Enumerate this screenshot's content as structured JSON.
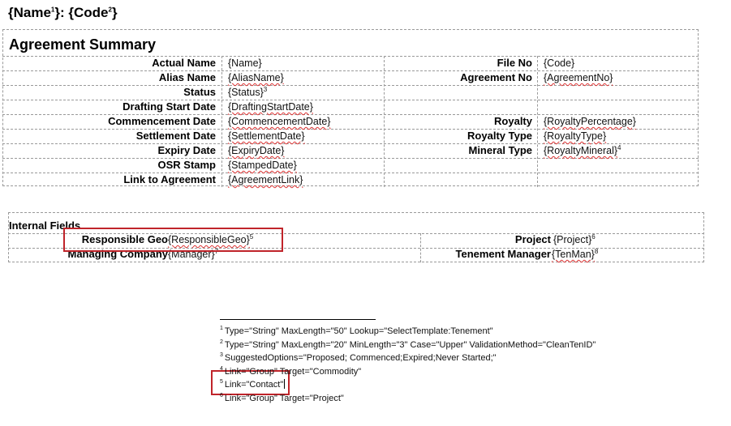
{
  "header": {
    "name_field": "{Name",
    "name_sup": "1",
    "separator": "}: {Code",
    "code_sup": "2",
    "end": "}"
  },
  "agreement_summary": {
    "title": "Agreement Summary",
    "rows": [
      {
        "label": "Actual Name",
        "value": "{Name}",
        "value_sup": "",
        "value_squiggle": false,
        "right_label": "File No",
        "right_value": "{Code}",
        "right_sup": "",
        "right_squiggle": false
      },
      {
        "label": "Alias Name",
        "value": "{AliasName}",
        "value_sup": "",
        "value_squiggle": true,
        "right_label": "Agreement No",
        "right_value": "{AgreementNo}",
        "right_sup": "",
        "right_squiggle": true
      },
      {
        "label": "Status",
        "value": "{Status}",
        "value_sup": "3",
        "value_squiggle": false,
        "right_label": "",
        "right_value": "",
        "right_sup": "",
        "right_squiggle": false
      },
      {
        "label": "Drafting Start Date",
        "value": "{DraftingStartDate}",
        "value_sup": "",
        "value_squiggle": true,
        "right_label": "",
        "right_value": "",
        "right_sup": "",
        "right_squiggle": false
      },
      {
        "label": "Commencement Date",
        "value": "{CommencementDate}",
        "value_sup": "",
        "value_squiggle": true,
        "right_label": "Royalty",
        "right_value": "{RoyaltyPercentage}",
        "right_sup": "",
        "right_squiggle": true
      },
      {
        "label": "Settlement Date",
        "value": "{SettlementDate}",
        "value_sup": "",
        "value_squiggle": true,
        "right_label": "Royalty Type",
        "right_value": "{RoyaltyType}",
        "right_sup": "",
        "right_squiggle": true
      },
      {
        "label": "Expiry Date",
        "value": "{ExpiryDate}",
        "value_sup": "",
        "value_squiggle": true,
        "right_label": "Mineral Type",
        "right_value": "{RoyaltyMineral}",
        "right_sup": "4",
        "right_squiggle": true
      },
      {
        "label": "OSR Stamp",
        "value": "{StampedDate}",
        "value_sup": "",
        "value_squiggle": true,
        "right_label": "",
        "right_value": "",
        "right_sup": "",
        "right_squiggle": false
      },
      {
        "label": "Link to Agreement",
        "value": "{AgreementLink}",
        "value_sup": "",
        "value_squiggle": true,
        "right_label": "",
        "right_value": "",
        "right_sup": "",
        "right_squiggle": false
      }
    ]
  },
  "internal_fields": {
    "title": "Internal Fields",
    "rows": [
      {
        "label": "Responsible Geo",
        "value": "{ResponsibleGeo}",
        "value_sup": "5",
        "right_label": "Project",
        "right_value": "{Project}",
        "right_sup": "6"
      },
      {
        "label": "Managing Company",
        "value": "{Manager}",
        "value_sup": "7",
        "right_label": "Tenement Manager",
        "right_value": "{TenMan}",
        "right_sup": "8"
      }
    ]
  },
  "footnotes": [
    {
      "num": "1",
      "text": "Type=\"String\" MaxLength=\"50\" Lookup=\"SelectTemplate:Tenement\""
    },
    {
      "num": "2",
      "text": "Type=\"String\" MaxLength=\"20\"  MinLength=\"3\" Case=\"Upper\" ValidationMethod=\"CleanTenID\""
    },
    {
      "num": "3",
      "text": "SuggestedOptions=\"Proposed; Commenced;Expired;Never Started;\""
    },
    {
      "num": "4",
      "text": "Link=\"Group\" Target=\"Commodity\""
    },
    {
      "num": "5",
      "text": "Link=\"Contact\""
    },
    {
      "num": "6",
      "text": "Link=\"Group\" Target=\"Project\""
    }
  ],
  "colors": {
    "highlight": "#c0242a",
    "grid": "#9a9a9a",
    "squiggle": "#d33"
  }
}
